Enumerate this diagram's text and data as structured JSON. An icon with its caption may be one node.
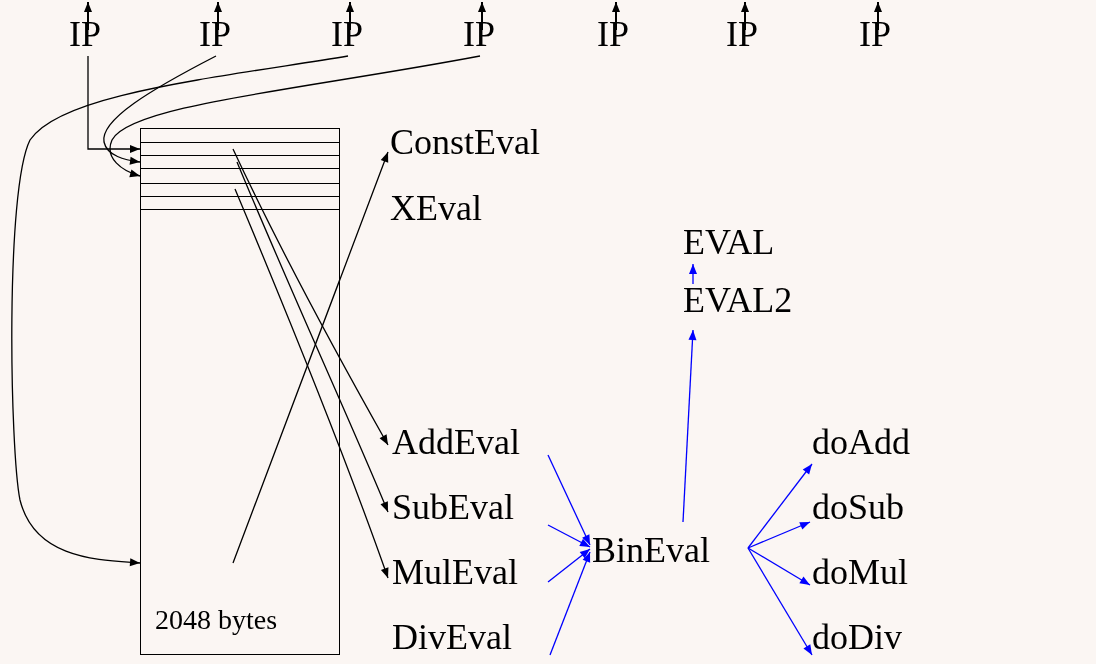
{
  "diagram": {
    "nodes": [
      {
        "text": [
          "IP"
        ]
      },
      {
        "text": [
          "IP"
        ]
      },
      {
        "text": [
          "IP"
        ]
      },
      {
        "text": [
          "IP"
        ]
      },
      {
        "text": [
          "IP"
        ]
      },
      {
        "text": [
          "IP"
        ]
      },
      {
        "text": [
          "IP"
        ]
      },
      {
        "text": [
          "2048 bytes"
        ]
      },
      {
        "text": [],
        "shape": "bar",
        "in": 7
      },
      {
        "text": [],
        "shape": "bar",
        "in": 7
      },
      {
        "text": [],
        "shape": "bar",
        "in": 7
      },
      {
        "text": [],
        "shape": "bar",
        "in": 7
      },
      {
        "text": [],
        "shape": "bar",
        "in": 7
      },
      {
        "text": [],
        "shape": "bar",
        "in": 7
      },
      {
        "text": [
          "ConstEval"
        ]
      },
      {
        "text": [
          "AddEval"
        ]
      },
      {
        "text": [
          "SubEval"
        ]
      },
      {
        "text": [
          "MulEval"
        ]
      },
      {
        "text": [
          "DivEval"
        ]
      },
      {
        "text": [
          "EVAL"
        ]
      },
      {
        "text": [
          "EVAL2"
        ]
      },
      {
        "text": [
          "BinEval"
        ]
      },
      {
        "text": [
          "doAdd"
        ]
      },
      {
        "text": [
          "doSub"
        ]
      },
      {
        "text": [
          "doMul"
        ]
      },
      {
        "text": [
          "doDiv"
        ]
      }
    ],
    "edges": [
      {
        "from": 0,
        "to": 9,
        "arrow": "to",
        "color": "#000000"
      },
      {
        "from": 1,
        "to": 10,
        "arrow": "to",
        "color": "#000000"
      },
      {
        "from": 3,
        "to": 11,
        "arrow": "to",
        "color": "#000000"
      },
      {
        "from": 2,
        "to": 7,
        "arrow": "to",
        "color": "#000000"
      },
      {
        "from": 9,
        "to": 15,
        "arrow": "to",
        "color": "#000000"
      },
      {
        "from": 10,
        "to": 16,
        "arrow": "to",
        "color": "#000000"
      },
      {
        "from": 12,
        "to": 17,
        "arrow": "to",
        "color": "#000000"
      },
      {
        "from": 7,
        "to": 14,
        "arrow": "to",
        "color": "#000000"
      },
      {
        "from": 15,
        "to": 21,
        "arrow": "to"
      },
      {
        "from": 16,
        "to": 21,
        "arrow": "to"
      },
      {
        "from": 17,
        "to": 21,
        "arrow": "to"
      },
      {
        "from": 18,
        "to": 21,
        "arrow": "to"
      },
      {
        "from": 21,
        "to": 20,
        "arrow": "to"
      },
      {
        "from": 20,
        "to": 19,
        "arrow": "to"
      },
      {
        "from": 21,
        "to": 22,
        "arrow": "to"
      },
      {
        "from": 21,
        "to": 23,
        "arrow": "to"
      },
      {
        "from": 21,
        "to": 24,
        "arrow": "to"
      },
      {
        "from": 21,
        "to": 25,
        "arrow": "to"
      }
    ],
    "labels": [
      "XEval"
    ]
  }
}
